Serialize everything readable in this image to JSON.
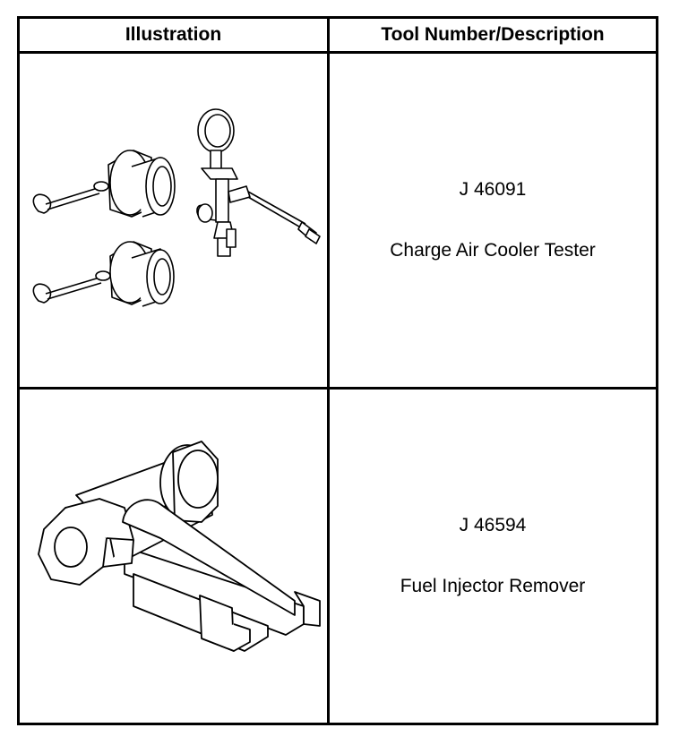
{
  "table": {
    "headers": {
      "illustration": "Illustration",
      "tool": "Tool Number/Description"
    },
    "rows": [
      {
        "tool_number": "J 46091",
        "description": "Charge Air Cooler Tester",
        "illustration_icon": "charge-air-cooler-tester-icon"
      },
      {
        "tool_number": "J 46594",
        "description": "Fuel Injector Remover",
        "illustration_icon": "fuel-injector-remover-icon"
      }
    ]
  }
}
